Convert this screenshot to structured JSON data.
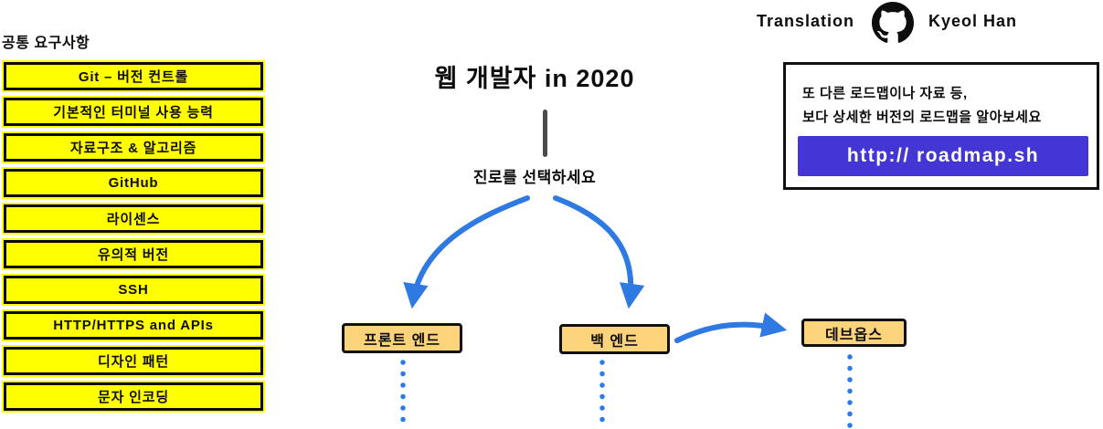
{
  "header": {
    "translation_label": "Translation",
    "github_icon": "github-octocat",
    "translator_name": "Kyeol Han"
  },
  "common": {
    "heading": "공통 요구사항",
    "items": [
      "Git – 버전 컨트롤",
      "기본적인 터미널 사용 능력",
      "자료구조 & 알고리즘",
      "GitHub",
      "라이센스",
      "유의적 버전",
      "SSH",
      "HTTP/HTTPS and APIs",
      "디자인 패턴",
      "문자 인코딩"
    ]
  },
  "main": {
    "title": "웹 개발자 in 2020",
    "choose_path": "진로를 선택하세요",
    "paths": [
      {
        "label": "프론트 엔드"
      },
      {
        "label": "백 엔드"
      },
      {
        "label": "데브옵스"
      }
    ]
  },
  "info_box": {
    "line1": "또 다른 로드맵이나 자료 등,",
    "line2": "보다 상세한 버전의 로드맵을 알아보세요",
    "link_label": "http:// roadmap.sh"
  },
  "colors": {
    "highlight_yellow": "#FFFF00",
    "path_orange": "#FBD37B",
    "arrow_blue": "#2E79E2",
    "link_purple": "#4436D4",
    "divider_gray": "#4B4B4B"
  }
}
